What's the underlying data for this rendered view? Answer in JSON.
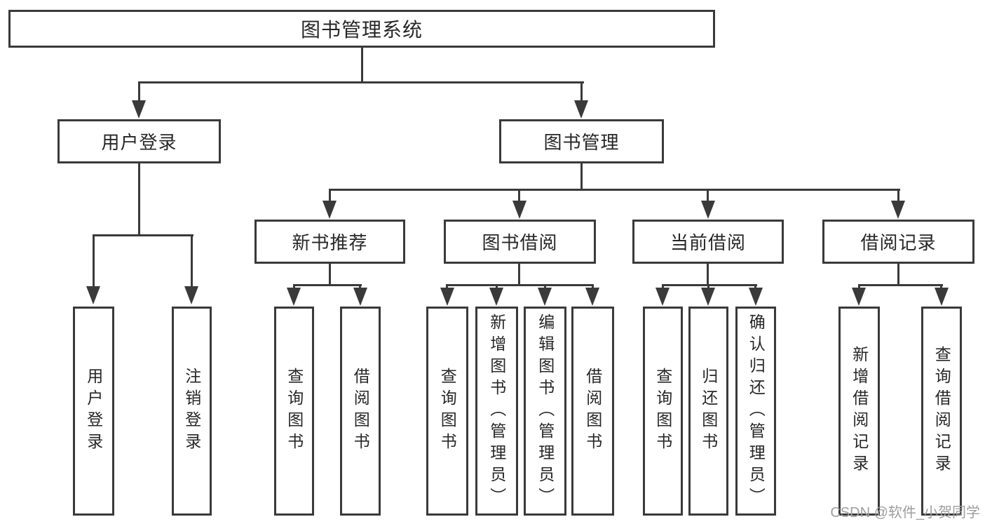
{
  "diagram": {
    "type": "hierarchy-tree",
    "root": {
      "label": "图书管理系统",
      "children": [
        {
          "label": "用户登录",
          "children": [
            {
              "label": "用户登录"
            },
            {
              "label": "注销登录"
            }
          ]
        },
        {
          "label": "图书管理",
          "children": [
            {
              "label": "新书推荐",
              "children": [
                {
                  "label": "查询图书"
                },
                {
                  "label": "借阅图书"
                }
              ]
            },
            {
              "label": "图书借阅",
              "children": [
                {
                  "label": "查询图书"
                },
                {
                  "label": "新增图书（管理员）"
                },
                {
                  "label": "编辑图书（管理员）"
                },
                {
                  "label": "借阅图书"
                }
              ]
            },
            {
              "label": "当前借阅",
              "children": [
                {
                  "label": "查询图书"
                },
                {
                  "label": "归还图书"
                },
                {
                  "label": "确认归还（管理员）"
                }
              ]
            },
            {
              "label": "借阅记录",
              "children": [
                {
                  "label": "新增借阅记录"
                },
                {
                  "label": "查询借阅记录"
                }
              ]
            }
          ]
        }
      ]
    },
    "watermark": "CSDN @软件_小贺同学",
    "colors": {
      "line": "#3a3a3a",
      "text": "#272727",
      "box_fill": "#ffffff",
      "background": "#ffffff",
      "watermark": "#9e9e9e"
    }
  }
}
